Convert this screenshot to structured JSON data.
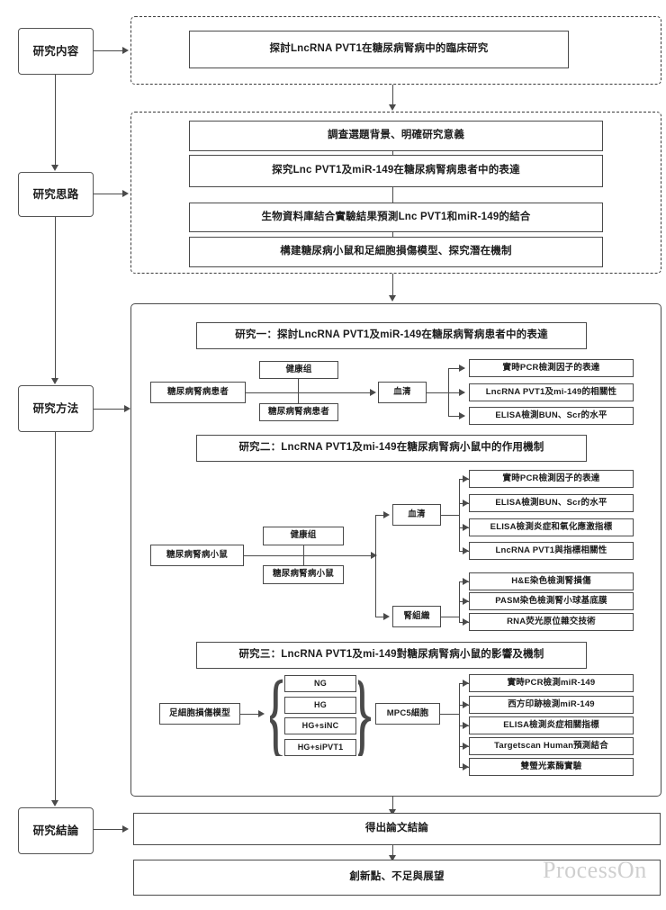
{
  "stages": [
    {
      "label": "研究内容"
    },
    {
      "label": "研究思路"
    },
    {
      "label": "研究方法"
    },
    {
      "label": "研究結論"
    }
  ],
  "content_section": {
    "items": [
      {
        "label": "探討LncRNA PVT1在糖尿病腎病中的臨床研究"
      }
    ]
  },
  "approach_section": {
    "items": [
      {
        "label": "調查選題背景、明確研究意義"
      },
      {
        "label": "探究Lnc PVT1及miR-149在糖尿病腎病患者中的表達"
      },
      {
        "label": "生物資料庫結合實驗結果預測Lnc PVT1和miR-149的結合"
      },
      {
        "label": "構建糖尿病小鼠和足細胞損傷模型、探究潛在機制"
      }
    ]
  },
  "methods_section": {
    "study1": {
      "header": "研究一：探討LncRNA PVT1及miR-149在糖尿病腎病患者中的表達",
      "source": "糖尿病腎病患者",
      "groups": [
        "健康组",
        "糖尿病腎病患者"
      ],
      "sample": "血清",
      "outputs": [
        "實時PCR檢測因子的表達",
        "LncRNA PVT1及mi-149的相關性",
        "ELISA檢測BUN、Scr的水平"
      ]
    },
    "study2": {
      "header": "研究二：LncRNA PVT1及mi-149在糖尿病腎病小鼠中的作用機制",
      "source": "糖尿病腎病小鼠",
      "groups": [
        "健康组",
        "糖尿病腎病小鼠"
      ],
      "sample_serum": "血清",
      "sample_tissue": "腎組織",
      "serum_outputs": [
        "實時PCR檢測因子的表達",
        "ELISA檢測BUN、Scr的水平",
        "ELISA檢測炎症和氧化應激指標",
        "LncRNA PVT1與指標相關性"
      ],
      "tissue_outputs": [
        "H&E染色檢測腎損傷",
        "PASM染色檢測腎小球基底膜",
        "RNA荧光原位雜交技術"
      ]
    },
    "study3": {
      "header": "研究三：LncRNA PVT1及mi-149對糖尿病腎病小鼠的影響及機制",
      "source": "足細胞損傷模型",
      "treatments": [
        "NG",
        "HG",
        "HG+siNC",
        "HG+siPVT1"
      ],
      "cell": "MPC5細胞",
      "outputs": [
        "實時PCR檢測miR-149",
        "西方印跡檢測miR-149",
        "ELISA檢測炎症相關指標",
        "Targetscan Human預測結合",
        "雙螢光素酶實驗"
      ]
    }
  },
  "conclusion_section": {
    "items": [
      {
        "label": "得出論文結論"
      },
      {
        "label": "創新點、不足與展望"
      }
    ]
  },
  "watermark": {
    "label": "ProcessOn"
  },
  "colors": {
    "line": "#4a4a4a",
    "text": "#1c1c1c",
    "watermark": "#cfcfcf",
    "background": "#ffffff"
  }
}
